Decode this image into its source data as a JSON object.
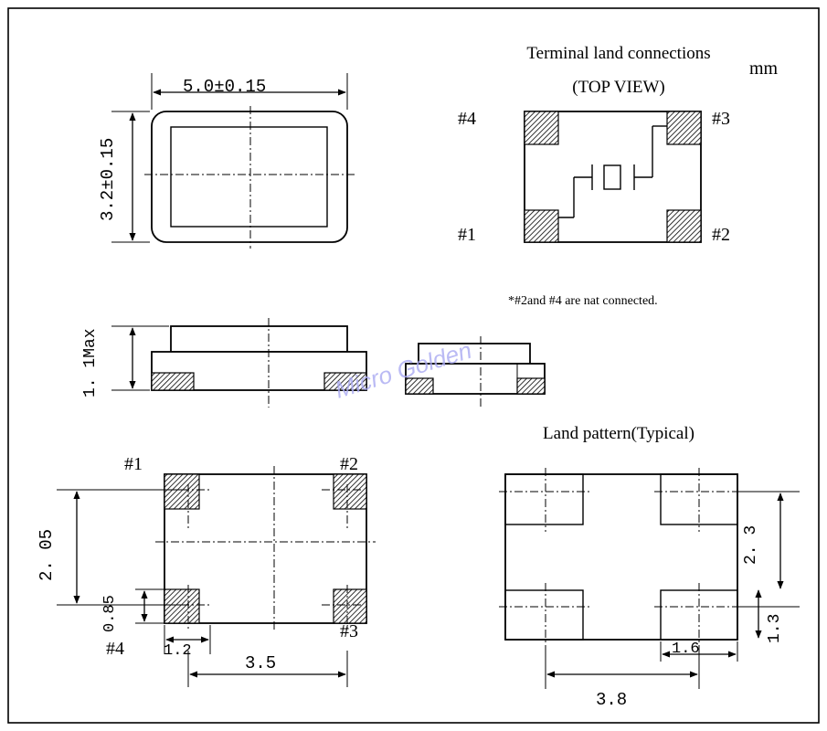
{
  "units": "mm",
  "top_view": {
    "width_label": "5.0±0.15",
    "height_label": "3.2±0.15"
  },
  "terminal": {
    "title": "Terminal land connections",
    "subtitle": "(TOP VIEW)",
    "pin1": "#1",
    "pin2": "#2",
    "pin3": "#3",
    "pin4": "#4"
  },
  "note": "*#2and #4 are nat connected.",
  "side_view": {
    "height_label": "1. 1Max"
  },
  "watermark": "Micro Golden",
  "bottom_view": {
    "pin1": "#1",
    "pin2": "#2",
    "pin3": "#3",
    "pin4": "#4",
    "dim_pitch_v": "2. 05",
    "dim_pad_h": "0.85",
    "dim_pad_w": "1.2",
    "dim_pitch_h": "3.5"
  },
  "land_pattern": {
    "title": "Land pattern(Typical)",
    "dim_gap_v": "2. 3",
    "dim_pad_h": "1.3",
    "dim_pad_w": "1.6",
    "dim_pitch_h": "3.8"
  }
}
